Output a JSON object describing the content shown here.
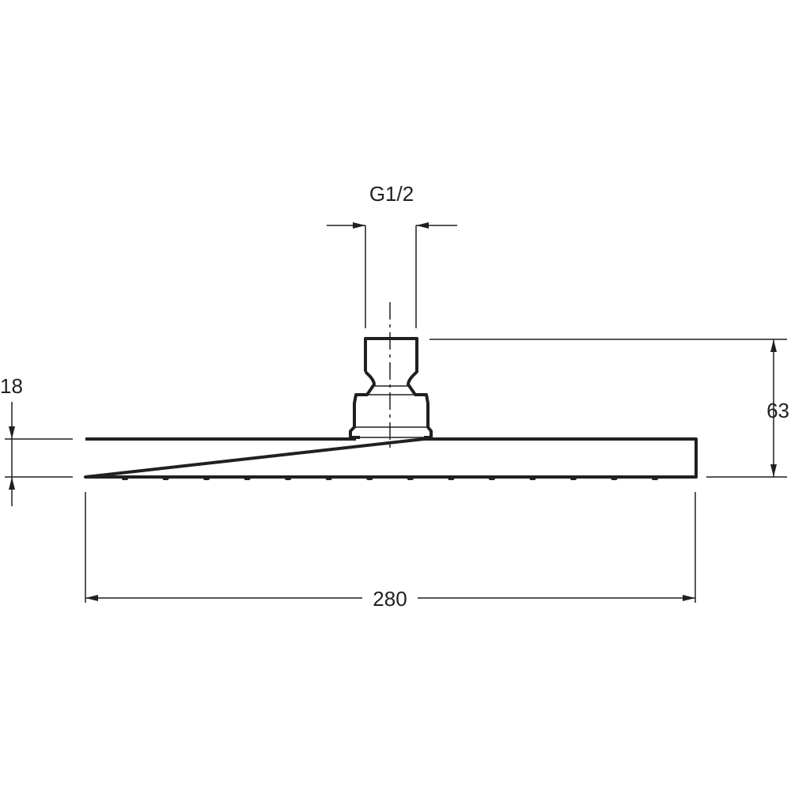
{
  "drawing": {
    "thread_label": "G1/2",
    "height_total_label": "63",
    "head_thickness_label": "18",
    "width_label": "280",
    "nozzle_count": 14,
    "line_color": "#231f20"
  }
}
